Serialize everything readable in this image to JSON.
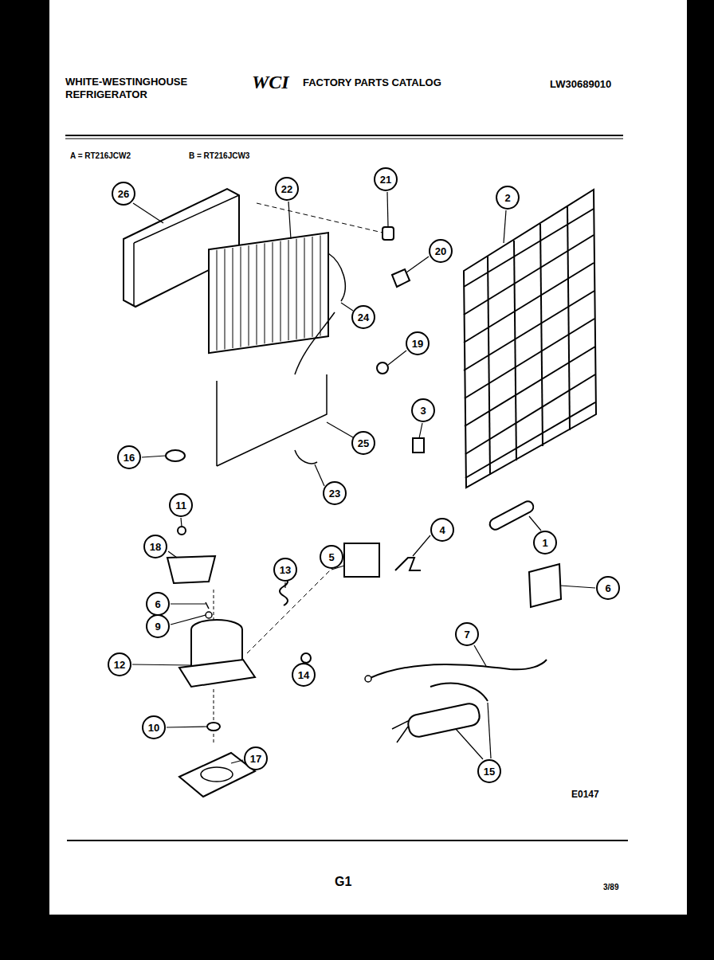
{
  "diagram": {
    "nodes": [
      {
        "text": [
          "26"
        ]
      },
      {
        "text": [
          "22"
        ]
      },
      {
        "text": [
          "21"
        ]
      },
      {
        "text": [
          "2"
        ]
      },
      {
        "text": [
          "20"
        ]
      },
      {
        "text": [
          "24"
        ]
      },
      {
        "text": [
          "19"
        ]
      },
      {
        "text": [
          "3"
        ]
      },
      {
        "text": [
          "25"
        ]
      },
      {
        "text": [
          "16"
        ]
      },
      {
        "text": [
          "23"
        ]
      },
      {
        "text": [
          "11"
        ]
      },
      {
        "text": [
          "4"
        ]
      },
      {
        "text": [
          "1"
        ]
      },
      {
        "text": [
          "18"
        ]
      },
      {
        "text": [
          "5"
        ]
      },
      {
        "text": [
          "13"
        ]
      },
      {
        "text": [
          "6"
        ]
      },
      {
        "text": [
          "6"
        ]
      },
      {
        "text": [
          "9"
        ]
      },
      {
        "text": [
          "7"
        ]
      },
      {
        "text": [
          "12"
        ]
      },
      {
        "text": [
          "14"
        ]
      },
      {
        "text": [
          "10"
        ]
      },
      {
        "text": [
          "17"
        ]
      },
      {
        "text": [
          "15"
        ]
      }
    ],
    "labels": [
      "WHITE-WESTINGHOUSE REFRIGERATOR",
      "WCI",
      "FACTORY PARTS CATALOG",
      "LW30689010",
      "A = RT216JCW2",
      "B = RT216JCW3",
      "E0147",
      "G1",
      "3/89"
    ]
  }
}
